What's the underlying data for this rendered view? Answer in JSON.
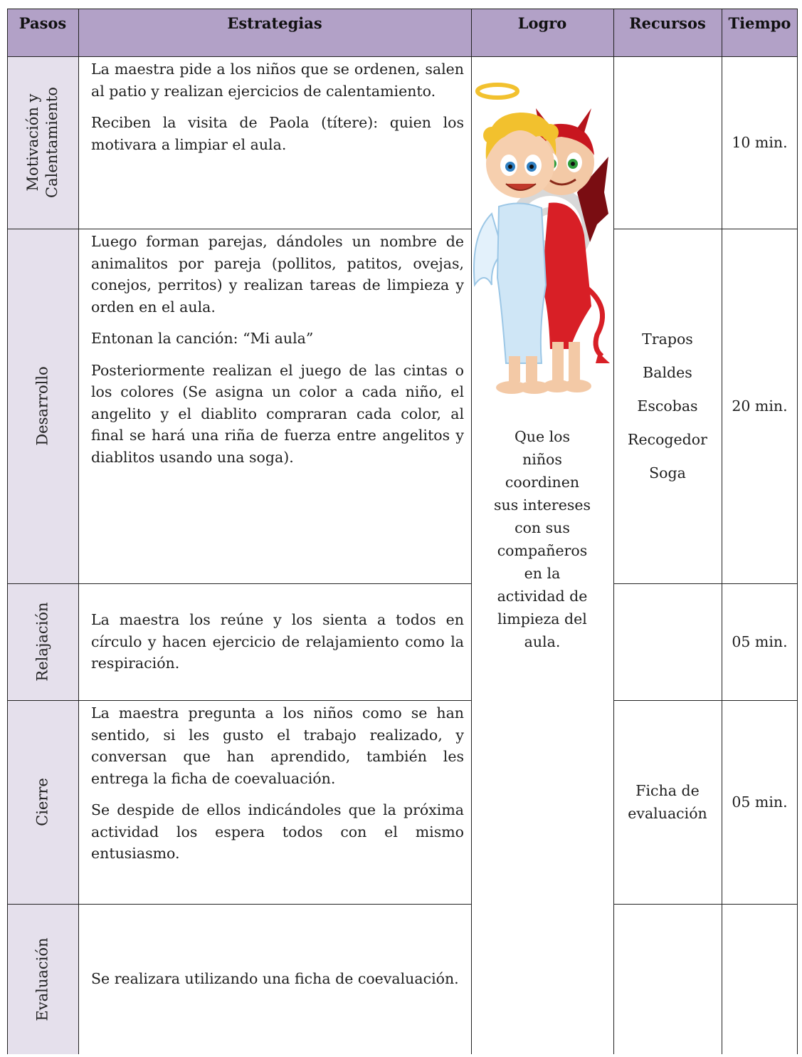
{
  "headers": {
    "pasos": "Pasos",
    "estrategias": "Estrategias",
    "logro": "Logro",
    "recursos": "Recursos",
    "tiempo": "Tiempo"
  },
  "rows": [
    {
      "paso": "Motivación y\nCalentamiento",
      "estrategias": [
        "La maestra pide a los niños que se ordenen, salen al patio y realizan ejercicios de calentamiento.",
        "Reciben la visita de Paola (títere): quien los motivara a limpiar el aula."
      ],
      "tiempo": "10 min."
    },
    {
      "paso": "Desarrollo",
      "estrategias": [
        "Luego forman parejas, dándoles un nombre de animalitos por pareja (pollitos, patitos, ovejas, conejos, perritos) y realizan tareas de limpieza y orden en el aula.",
        "Entonan la canción: “Mi aula”",
        "Posteriormente realizan el juego de las cintas o los colores (Se asigna un color a cada niño, el angelito y el diablito compraran cada color, al final se hará una riña de fuerza entre angelitos y diablitos usando una soga)."
      ],
      "recursos": [
        "Trapos",
        "Baldes",
        "Escobas",
        "Recogedor",
        "Soga"
      ],
      "tiempo": "20 min."
    },
    {
      "paso": "Relajación",
      "estrategias": [
        "La maestra los reúne y los sienta a todos en círculo y hacen ejercicio de relajamiento como la respiración."
      ],
      "tiempo": "05 min."
    },
    {
      "paso": "Cierre",
      "estrategias": [
        "La maestra pregunta a los niños como se han sentido, si les gusto el trabajo realizado, y conversan que han aprendido, también les entrega la ficha de coevaluación.",
        "Se despide de ellos indicándoles que la próxima actividad los espera todos con el mismo entusiasmo."
      ],
      "recursos": "Ficha de\nevaluación",
      "tiempo": "05 min."
    },
    {
      "paso": "Evaluación",
      "estrategias": [
        "Se realizara utilizando una ficha de coevaluación."
      ]
    }
  ],
  "logro": "Que los\nniños\ncoordinen\nsus intereses\ncon sus\ncompañeros\nen la\nactividad de\nlimpieza del\naula.",
  "colors": {
    "header": "#b2a1c7",
    "side_column": "#e5e0ec",
    "border": "#222222",
    "angel_hair": "#f2c12e",
    "angel_robe": "#cfe6f6",
    "devil": "#d81f26"
  },
  "image": {
    "subject": "angel-and-devil-cartoon"
  }
}
